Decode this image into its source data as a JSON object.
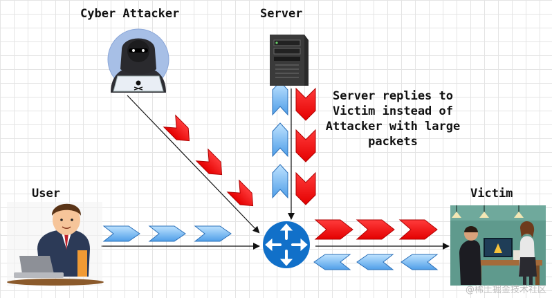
{
  "actors": {
    "attacker_label": "Cyber Attacker",
    "server_label": "Server",
    "user_label": "User",
    "victim_label": "Victim"
  },
  "note": {
    "line1": "Server replies to",
    "line2": "Victim instead of",
    "line3": "Attacker with large",
    "line4": "packets"
  },
  "colors": {
    "blue_chevron": "#5aa9f0",
    "red_chevron": "#ff0a0a",
    "router": "#1170c9",
    "line": "#111111"
  },
  "icons": {
    "attacker": "hacker-icon",
    "server": "server-tower-icon",
    "router": "router-icon",
    "user": "user-at-laptop-icon",
    "victim": "victim-office-icon"
  },
  "watermark": "@稀土掘金技术社区"
}
